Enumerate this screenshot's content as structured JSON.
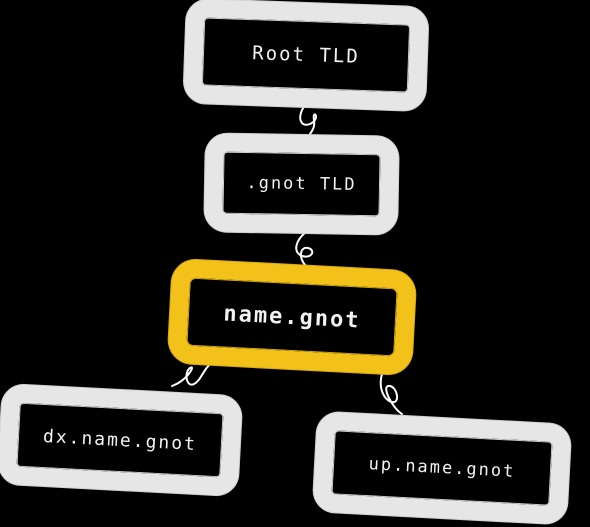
{
  "diagram": {
    "nodes": [
      {
        "id": "root",
        "label": "Root TLD",
        "style": "grey"
      },
      {
        "id": "gnot",
        "label": ".gnot TLD",
        "style": "grey"
      },
      {
        "id": "name",
        "label": "name.gnot",
        "style": "highlighted"
      },
      {
        "id": "dx",
        "label": "dx.name.gnot",
        "style": "grey"
      },
      {
        "id": "up",
        "label": "up.name.gnot",
        "style": "grey"
      }
    ],
    "edges": [
      {
        "from": "root",
        "to": "gnot"
      },
      {
        "from": "gnot",
        "to": "name"
      },
      {
        "from": "name",
        "to": "dx"
      },
      {
        "from": "name",
        "to": "up"
      }
    ]
  },
  "colors": {
    "background": "#000000",
    "node_border": "#e6e6e6",
    "highlight_border": "#f2c21a",
    "text": "#f2f2f2",
    "connector": "#ffffff"
  }
}
